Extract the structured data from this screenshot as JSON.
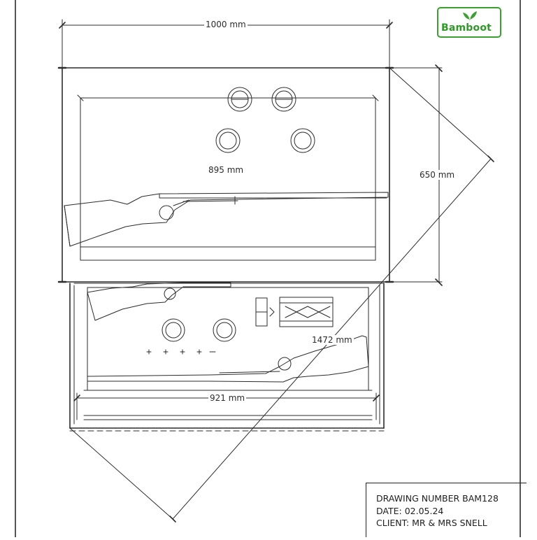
{
  "logo": {
    "text": "Bamboot",
    "brand_color": "#3aa12f",
    "icon": "leaf-icon"
  },
  "dimensions": {
    "outer_width": "1000 mm",
    "inner_width_top": "895 mm",
    "height": "650 mm",
    "diagonal": "1472 mm",
    "inner_width_bottom": "921 mm"
  },
  "title_block": {
    "drawing_number": "DRAWING NUMBER BAM128",
    "date": "DATE: 02.05.24",
    "client": "CLIENT: MR & MRS SNELL"
  },
  "line_color": "#2b2b2b"
}
